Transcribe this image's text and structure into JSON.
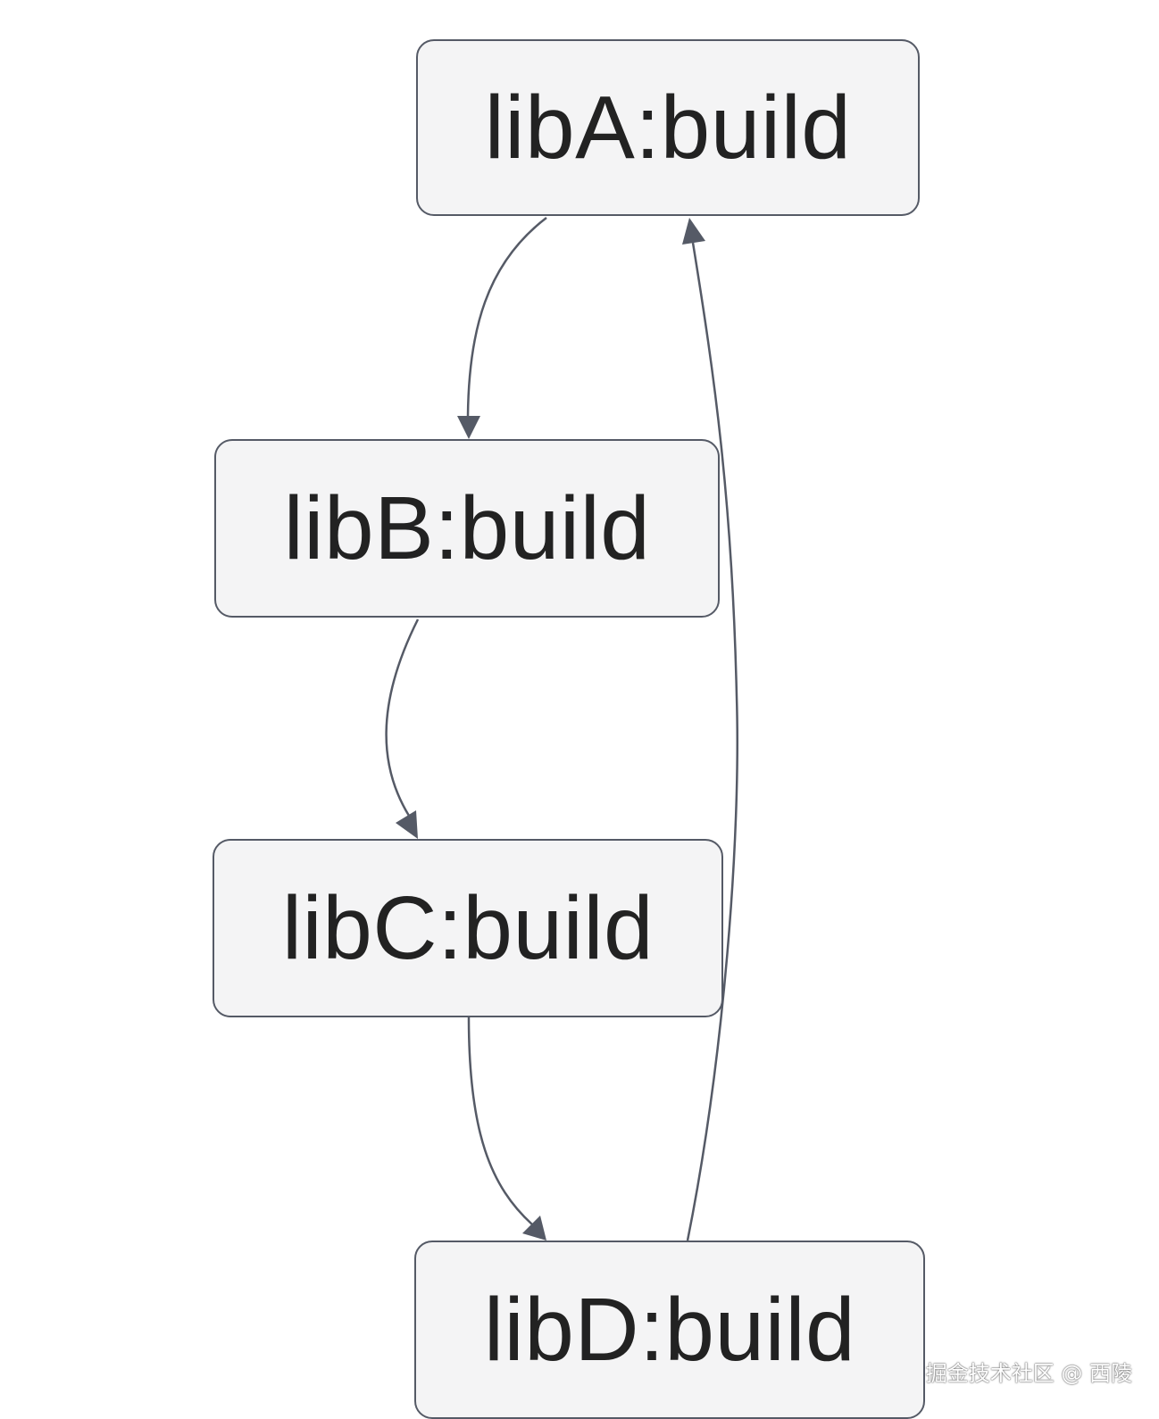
{
  "nodes": {
    "libA": {
      "label": "libA:build"
    },
    "libB": {
      "label": "libB:build"
    },
    "libC": {
      "label": "libC:build"
    },
    "libD": {
      "label": "libD:build"
    }
  },
  "edges": [
    {
      "from": "libA:build",
      "to": "libB:build"
    },
    {
      "from": "libB:build",
      "to": "libC:build"
    },
    {
      "from": "libC:build",
      "to": "libD:build"
    },
    {
      "from": "libD:build",
      "to": "libA:build"
    }
  ],
  "colors": {
    "node_fill": "#f4f4f5",
    "node_border": "#555a66",
    "edge": "#555a66",
    "text": "#222222"
  },
  "watermark": {
    "text": "掘金技术社区 @ 西陵"
  }
}
